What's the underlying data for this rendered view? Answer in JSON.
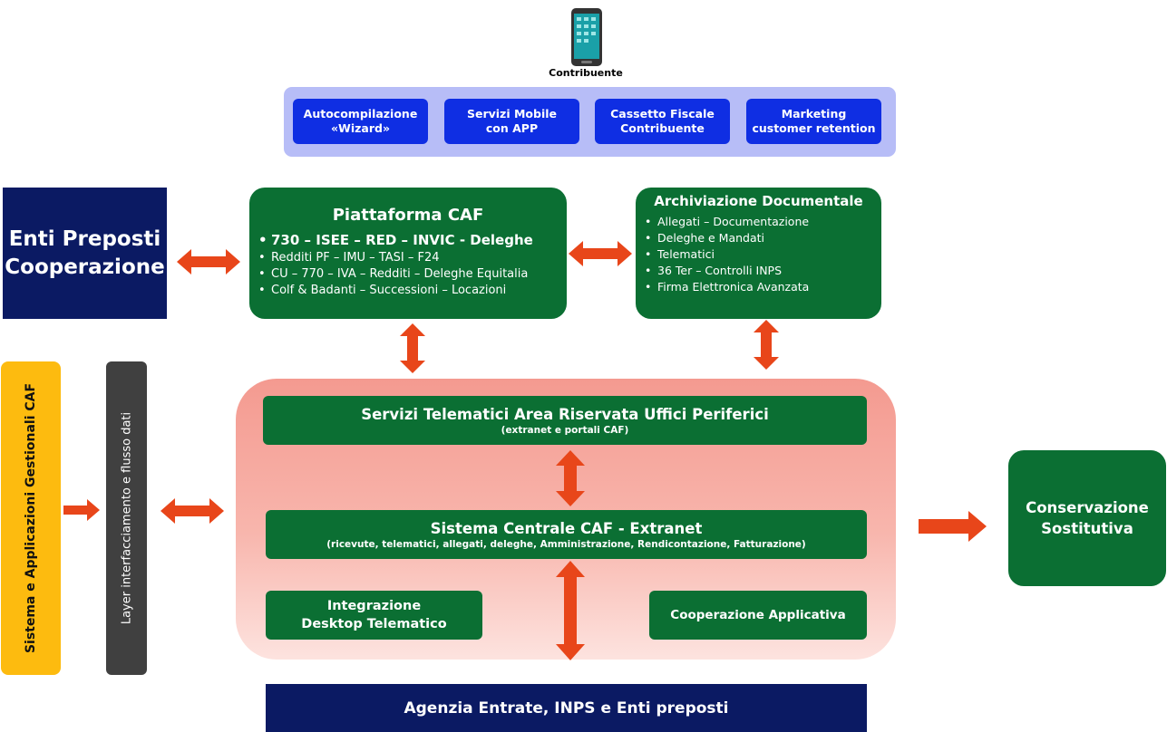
{
  "contribuente": {
    "label": "Contribuente"
  },
  "top_services": [
    {
      "line1": "Autocompilazione",
      "line2": "«Wizard»"
    },
    {
      "line1": "Servizi Mobile",
      "line2": "con APP"
    },
    {
      "line1": "Cassetto Fiscale",
      "line2": "Contribuente"
    },
    {
      "line1": "Marketing",
      "line2": "customer retention"
    }
  ],
  "enti": {
    "line1": "Enti Preposti",
    "line2": "Cooperazione"
  },
  "piattaforma": {
    "title": "Piattaforma CAF",
    "items": [
      "730 – ISEE – RED – INVIC - Deleghe",
      "Redditi PF – IMU – TASI – F24",
      "CU – 770 – IVA – Redditi – Deleghe Equitalia",
      "Colf & Badanti  – Successioni – Locazioni"
    ]
  },
  "archiviazione": {
    "title": "Archiviazione Documentale",
    "items": [
      "Allegati – Documentazione",
      "Deleghe e Mandati",
      "Telematici",
      "36 Ter – Controlli INPS",
      "Firma Elettronica Avanzata"
    ]
  },
  "sistema_gestionali": {
    "label": "Sistema e Applicazioni Gestionali CAF"
  },
  "layer": {
    "label": "Layer interfacciamento e flusso dati"
  },
  "servizi_telematici": {
    "title": "Servizi Telematici Area Riservata Uffici Periferici",
    "subtitle": "(extranet e portali CAF)"
  },
  "sistema_centrale": {
    "title": "Sistema Centrale CAF - Extranet",
    "subtitle": "(ricevute, telematici, allegati, deleghe, Amministrazione, Rendicontazione, Fatturazione)"
  },
  "integrazione": {
    "line1": "Integrazione",
    "line2": "Desktop Telematico"
  },
  "cooperazione": {
    "label": "Cooperazione Applicativa"
  },
  "conservazione": {
    "line1": "Conservazione",
    "line2": "Sostitutiva"
  },
  "agenzia": {
    "label": "Agenzia Entrate, INPS e Enti preposti"
  },
  "colors": {
    "green": "#0b6f33",
    "navy": "#0b1a63",
    "blue_button": "#0f2ee3",
    "blue_panel": "#b7bdf7",
    "orange_arrow": "#e8461a",
    "yellow": "#fdbb0f",
    "dark_gray": "#404040",
    "pink_panel": "#f7a8a0"
  },
  "icons": {
    "contribuente": "smartphone-icon"
  }
}
